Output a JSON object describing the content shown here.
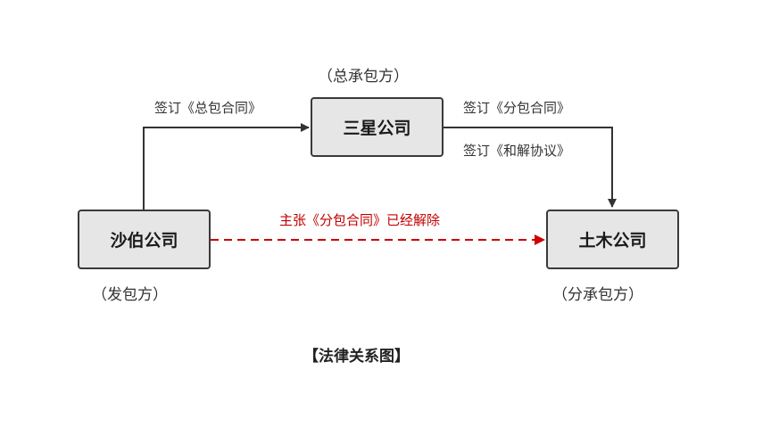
{
  "nodes": {
    "samsung": {
      "label": "三星公司",
      "role": "（总承包方）"
    },
    "shabo": {
      "label": "沙伯公司",
      "role": "（发包方）"
    },
    "tumu": {
      "label": "土木公司",
      "role": "（分承包方）"
    }
  },
  "edges": {
    "general_contract": "签订《总包合同》",
    "sub_contract": "签订《分包合同》",
    "settlement": "签订《和解协议》",
    "claim": "主张《分包合同》已经解除"
  },
  "caption": "【法律关系图】",
  "colors": {
    "box_fill": "#e6e6e6",
    "box_border": "#3a3a3a",
    "arrow": "#333333",
    "claim_arrow": "#cc0000",
    "claim_text": "#c00000"
  }
}
